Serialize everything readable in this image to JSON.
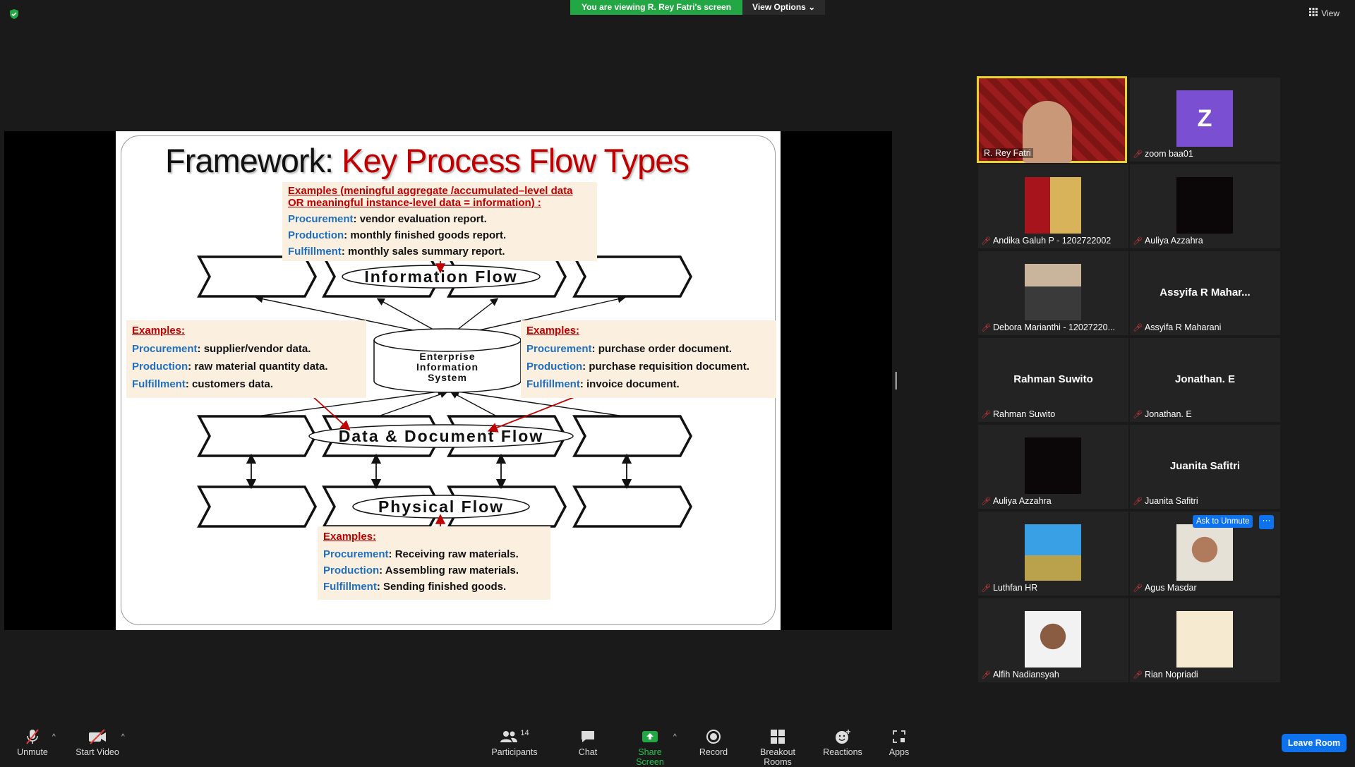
{
  "banner": {
    "viewing": "You are viewing R. Rey Fatri's screen",
    "view_options": "View Options"
  },
  "top_right": {
    "view": "View"
  },
  "slide": {
    "title_black": "Framework: ",
    "title_red": "Key Process Flow Types",
    "info_flow": "Information Flow",
    "eis_line1": "Enterprise",
    "eis_line2": "Information",
    "eis_line3": "System",
    "data_flow": "Data & Document Flow",
    "physical_flow": "Physical Flow",
    "top_examples": {
      "header1": "Examples (meningful aggregate /accumulated–level data",
      "header2": "OR  meaningful instance-level data = information) :",
      "items": [
        {
          "k": "Procurement",
          "v": ": vendor evaluation report."
        },
        {
          "k": "Production",
          "v": ": monthly finished goods report."
        },
        {
          "k": "Fulfillment",
          "v": ": monthly sales summary report."
        }
      ]
    },
    "left_examples": {
      "header": "Examples:",
      "items": [
        {
          "k": "Procurement",
          "v": ": supplier/vendor data."
        },
        {
          "k": "Production",
          "v": ": raw material quantity data."
        },
        {
          "k": "Fulfillment",
          "v": ": customers data."
        }
      ]
    },
    "right_examples": {
      "header": "Examples:",
      "items": [
        {
          "k": "Procurement",
          "v": ": purchase order document."
        },
        {
          "k": "Production",
          "v": ": purchase requisition document."
        },
        {
          "k": "Fulfillment",
          "v": ": invoice document."
        }
      ]
    },
    "bottom_examples": {
      "header": "Examples:",
      "items": [
        {
          "k": "Procurement",
          "v": ": Receiving raw materials."
        },
        {
          "k": "Production",
          "v": ": Assembling raw materials."
        },
        {
          "k": "Fulfillment",
          "v": ": Sending finished goods."
        }
      ]
    }
  },
  "participants": [
    {
      "name": "R. Rey Fatri",
      "type": "video"
    },
    {
      "name": "zoom baa01",
      "type": "letter",
      "letter": "Z"
    },
    {
      "name": "Andika Galuh P - 1202722002",
      "type": "photo"
    },
    {
      "name": "Auliya Azzahra",
      "type": "dark"
    },
    {
      "name": "Debora Marianthi - 12027220...",
      "type": "photo"
    },
    {
      "name": "Assyifa R Maharani",
      "type": "text",
      "center": "Assyifa R Mahar..."
    },
    {
      "name": "Rahman Suwito",
      "type": "text",
      "center": "Rahman Suwito"
    },
    {
      "name": "Jonathan. E",
      "type": "text",
      "center": "Jonathan. E"
    },
    {
      "name": "Auliya Azzahra",
      "type": "dark"
    },
    {
      "name": "Juanita Safitri",
      "type": "text",
      "center": "Juanita Safitri"
    },
    {
      "name": "Luthfan HR",
      "type": "photo"
    },
    {
      "name": "Agus Masdar",
      "type": "photo"
    },
    {
      "name": "Alfih Nadiansyah",
      "type": "photo"
    },
    {
      "name": "Rian Nopriadi",
      "type": "photo"
    }
  ],
  "ask_unmute": "Ask to Unmute",
  "more_label": "···",
  "toolbar": {
    "unmute": "Unmute",
    "start_video": "Start Video",
    "participants": "Participants",
    "participants_count": "14",
    "chat": "Chat",
    "share_screen": "Share Screen",
    "record": "Record",
    "breakout": "Breakout Rooms",
    "reactions": "Reactions",
    "apps": "Apps",
    "leave": "Leave Room"
  },
  "colors": {
    "share_green": "#23a745",
    "zoom_blue": "#0e72ed",
    "slide_red": "#c00000",
    "slide_blue": "#1f6fbf",
    "avatar_purple": "#7b4fd1"
  }
}
